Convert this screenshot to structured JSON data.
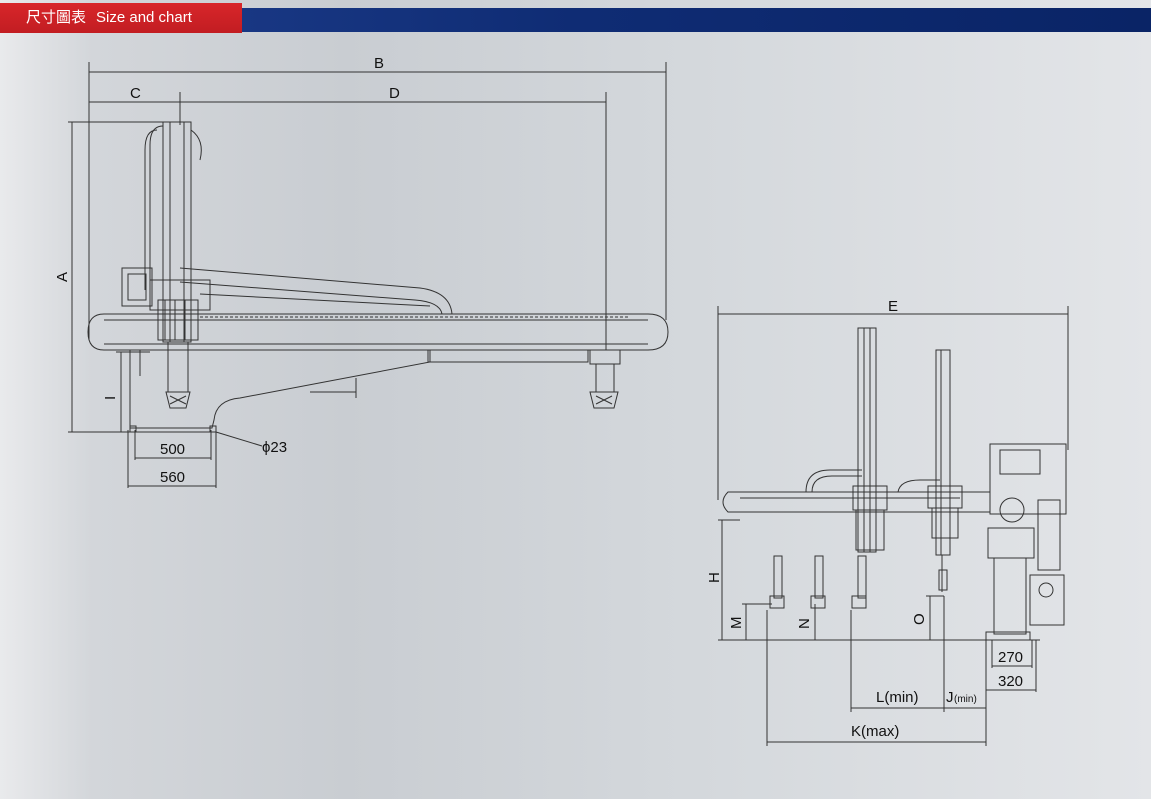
{
  "header": {
    "title_cn": "尺寸圖表",
    "title_en": "Size and chart"
  },
  "labels": {
    "A": "A",
    "B": "B",
    "C": "C",
    "D": "D",
    "E": "E",
    "H": "H",
    "I": "I",
    "M": "M",
    "N": "N",
    "O": "O",
    "dim_500": "500",
    "dim_560": "560",
    "dia": "ϕ23",
    "dim_270": "270",
    "dim_320": "320",
    "L": "L(min)",
    "J": "J",
    "J_sub": "(min)",
    "K": "K(max)"
  },
  "colors": {
    "header_blue": "#0f2c74",
    "header_red": "#c21d22",
    "line": "#333333"
  }
}
